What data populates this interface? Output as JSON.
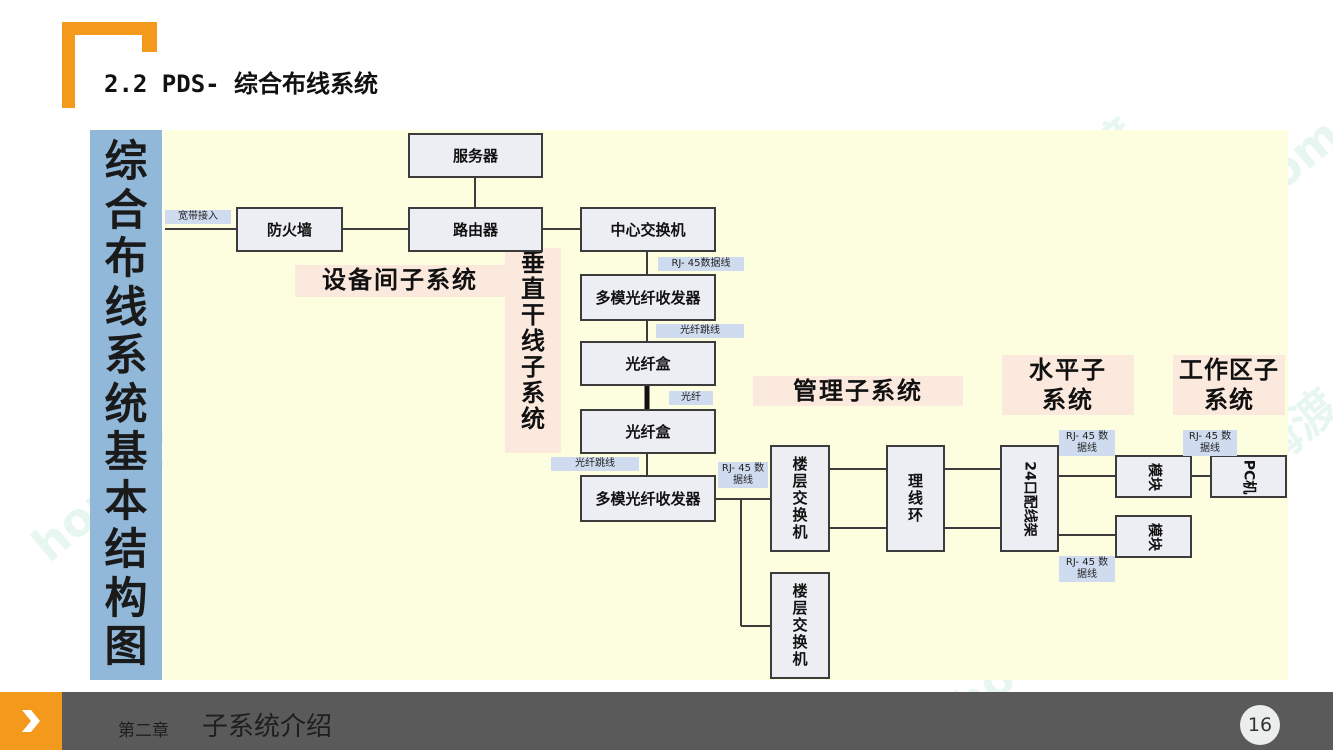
{
  "slide": {
    "title": "2.2 PDS- 综合布线系统",
    "side_title": "综合布线系统基本结构图",
    "page_number": "16",
    "footer_chapter": "第二章",
    "footer_section": "子系统介绍",
    "watermark": "homedo.com 河姆渡"
  },
  "colors": {
    "accent": "#f39a1c",
    "panel": "#91b7d9",
    "diagram_bg": "#fdfde0",
    "label_bg": "#fbe9de",
    "tag_bg": "#cfdbee",
    "footer": "#5a5a5a"
  },
  "diagram": {
    "nodes": {
      "server": "服务器",
      "firewall": "防火墙",
      "router": "路由器",
      "core_switch": "中心交换机",
      "transceiver_top": "多模光纤收发器",
      "fiber_box_top": "光纤盒",
      "fiber_box_bottom": "光纤盒",
      "transceiver_bottom": "多模光纤收发器",
      "floor_switch_1": "楼层交换机",
      "floor_switch_2": "楼层交换机",
      "cable_management": "理线环",
      "patch_panel": "24口配线架",
      "module_1": "模块",
      "module_2": "模块",
      "pc": "PC机"
    },
    "tags": {
      "broadband": "宽带接入",
      "rj45_1": "RJ- 45数据线",
      "fiber_jumper_1": "光纤跳线",
      "fiber": "光纤",
      "fiber_jumper_2": "光纤跳线",
      "rj45_2": "RJ- 45 数据线",
      "rj45_3": "RJ- 45 数据线",
      "rj45_4": "RJ- 45 数据线",
      "rj45_5": "RJ- 45 数据线"
    },
    "subsystems": {
      "equipment_room": "设备间子系统",
      "vertical": "垂直干线子系统",
      "management": "管理子系统",
      "horizontal": "水平子系统",
      "work_area": "工作区子系统"
    }
  }
}
